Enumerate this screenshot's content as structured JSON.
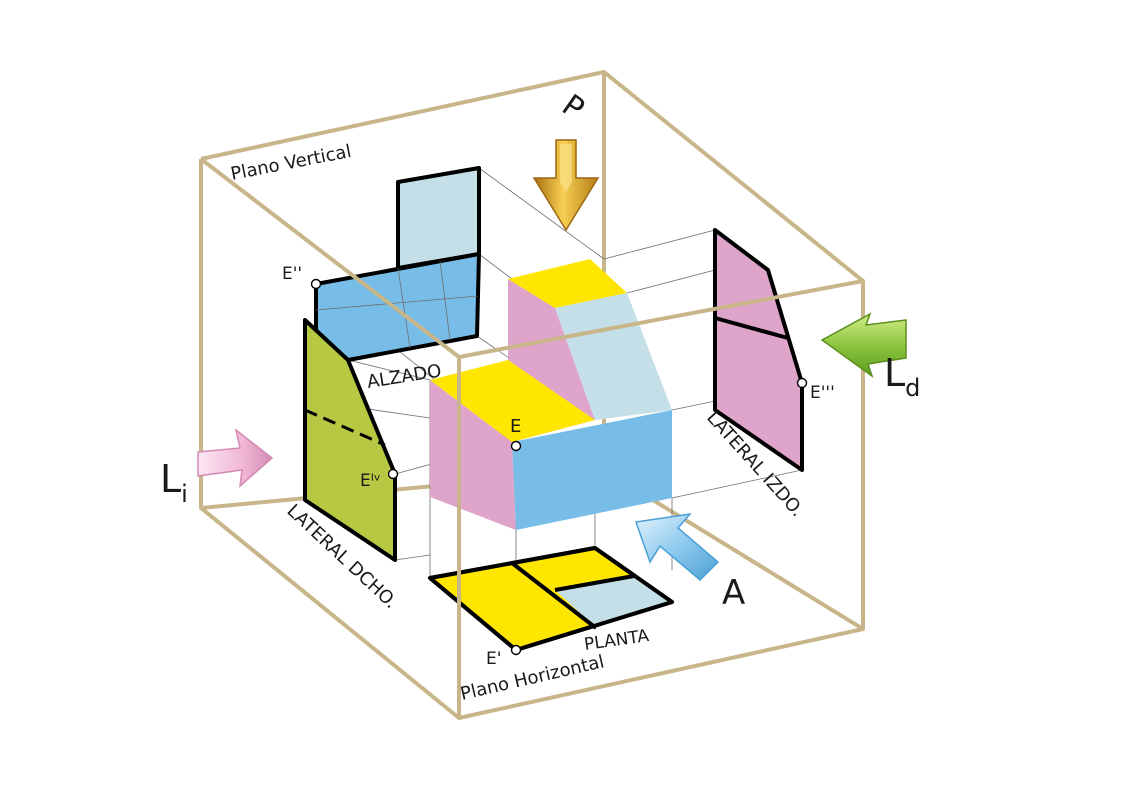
{
  "labels": {
    "plano_vertical": "Plano Vertical",
    "plano_horizontal": "Plano Horizontal",
    "alzado": "ALZADO",
    "planta": "PLANTA",
    "lateral_izdo": "LATERAL IZDO.",
    "lateral_dcho": "LATERAL DCHO.",
    "point_e": "E",
    "point_e1": "E'",
    "point_e2": "E''",
    "point_e3": "E'''",
    "point_e4": "Eᴵᵛ",
    "view_p": "P",
    "view_a": "A",
    "view_ld_main": "L",
    "view_ld_sub": "d",
    "view_li_main": "L",
    "view_li_sub": "i"
  },
  "colors": {
    "frame": "#c8b68a",
    "yellow": "#ffe600",
    "pink": "#dfa4c9",
    "blue": "#78bde8",
    "light_blue": "#c5dfe8",
    "green": "#b7c843",
    "arrow_gold": "#e0a520",
    "arrow_green": "#8cc63f",
    "arrow_blue": "#8fcbee",
    "arrow_pink": "#f0b7d5"
  },
  "icons": {
    "arrow_p": "down-arrow-icon",
    "arrow_ld": "left-arrow-icon",
    "arrow_a": "up-left-arrow-icon",
    "arrow_li": "right-arrow-icon"
  }
}
